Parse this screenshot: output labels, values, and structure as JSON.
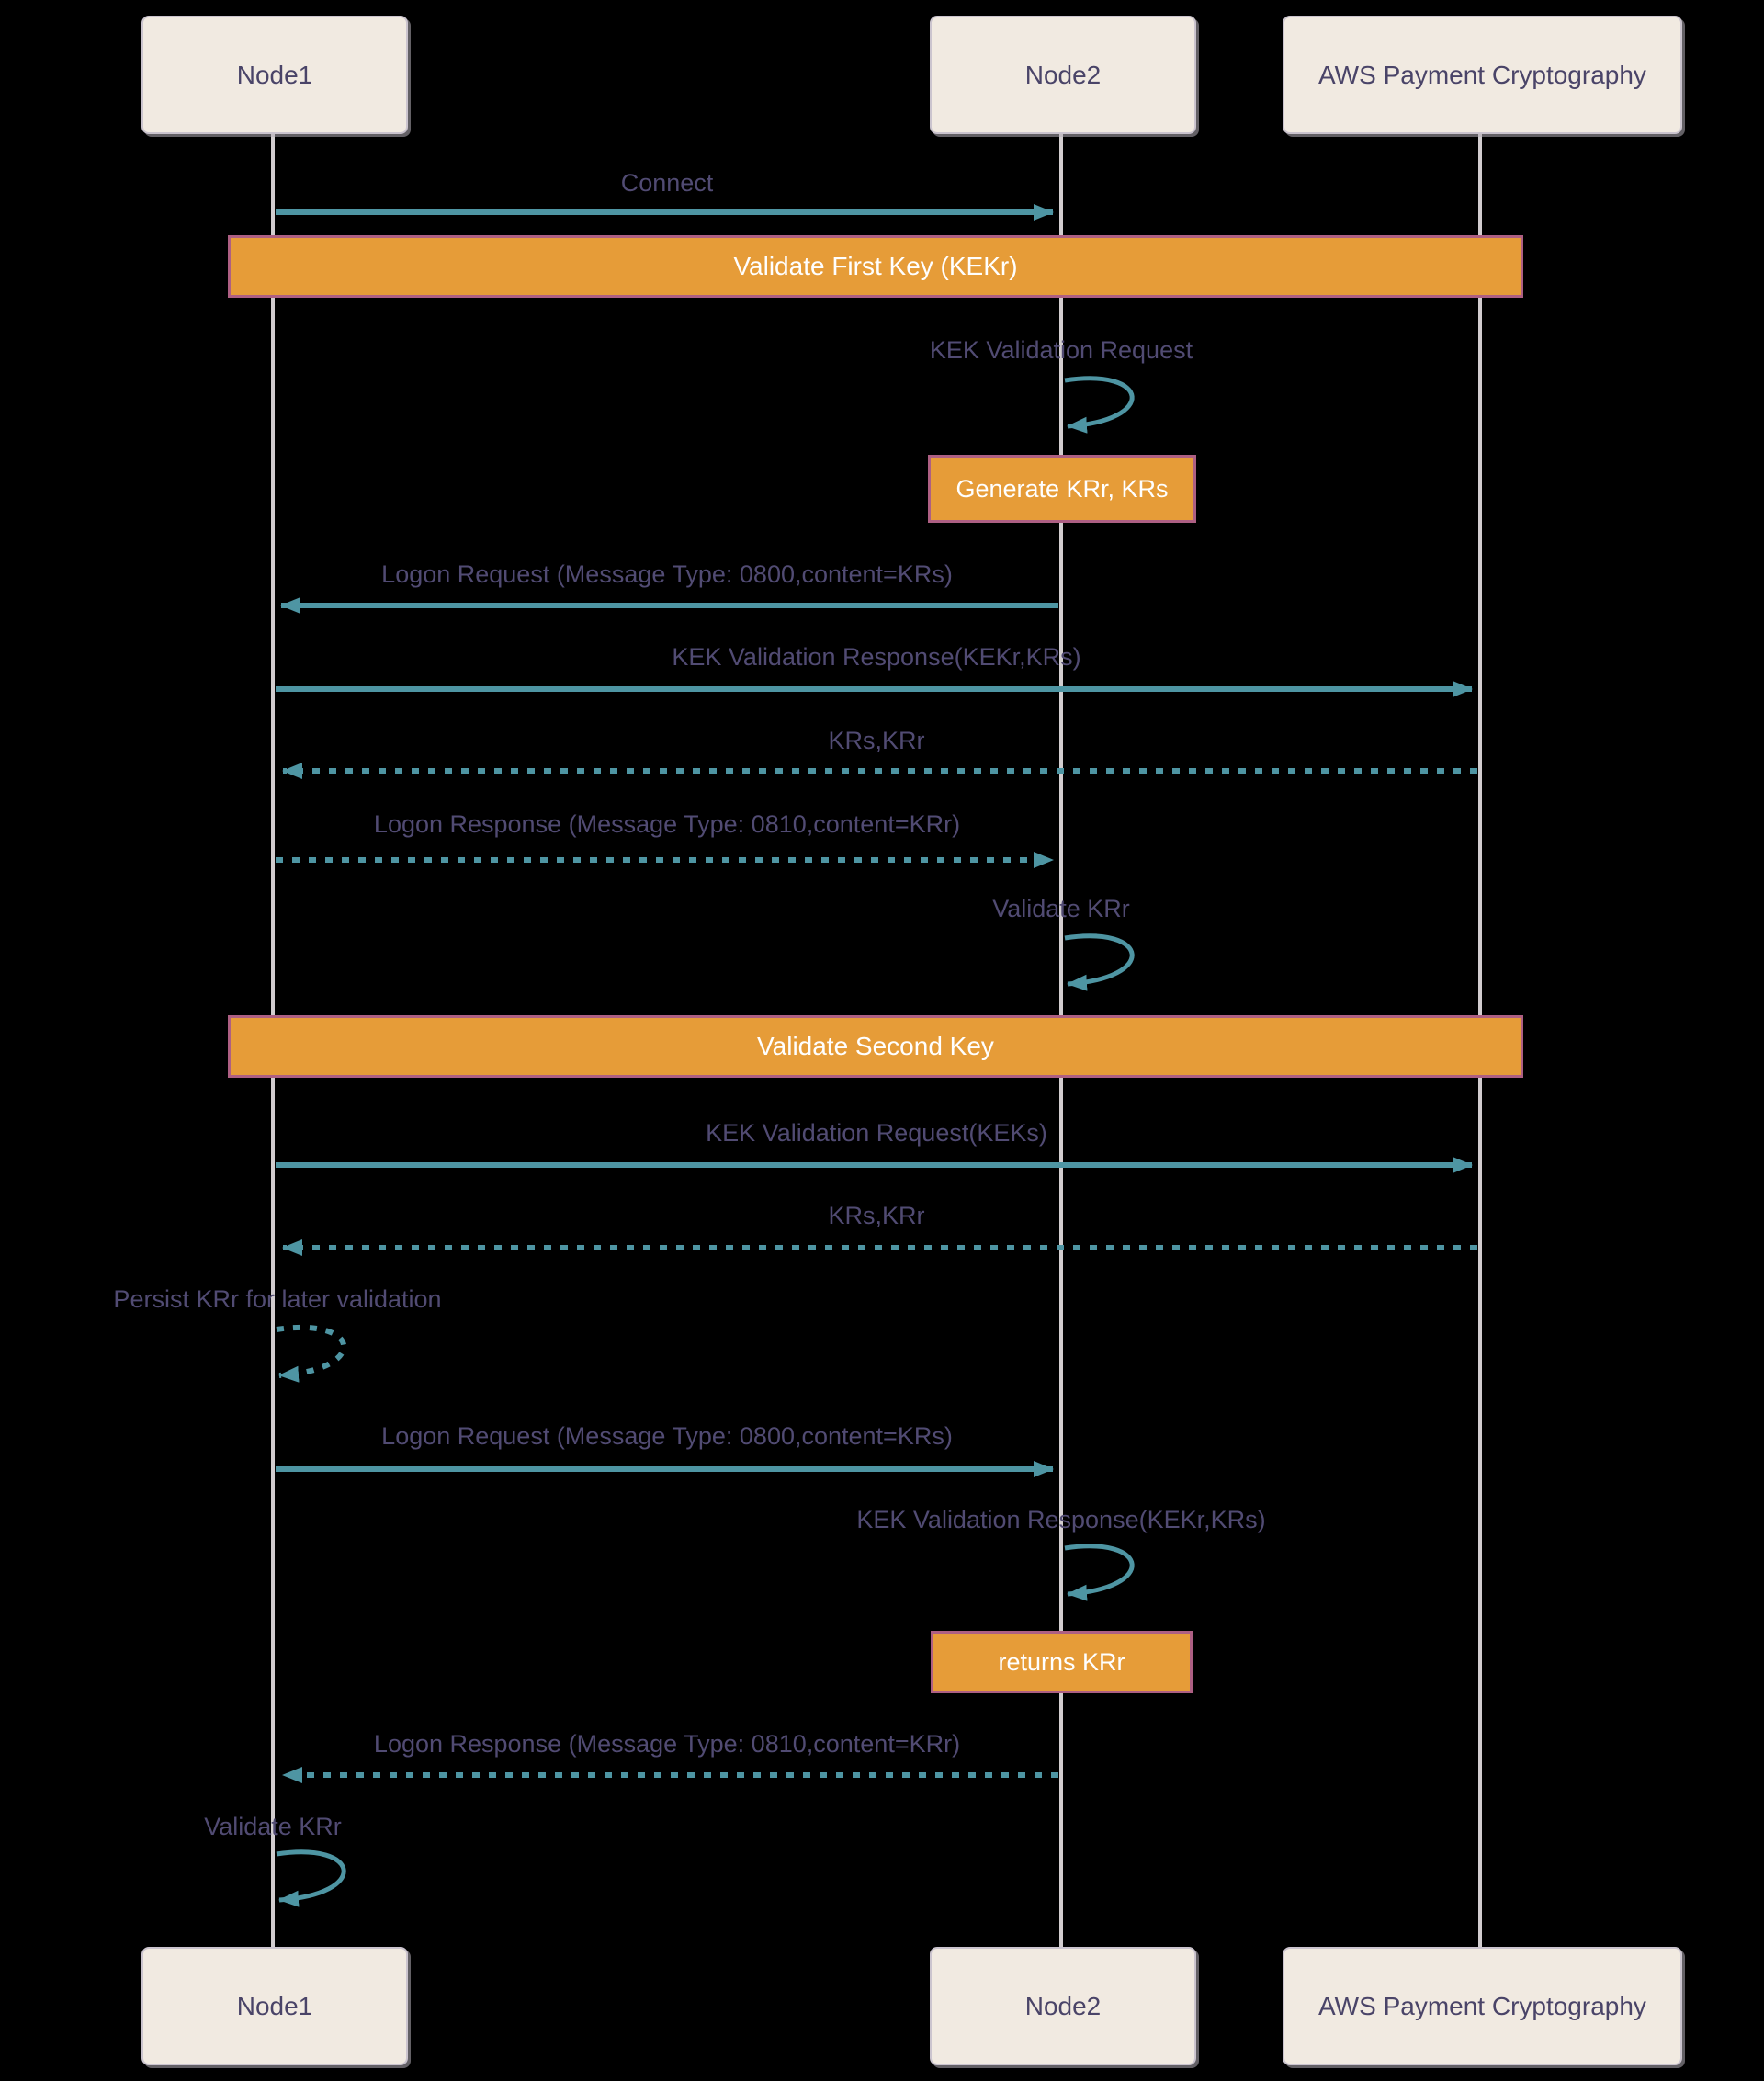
{
  "diagram": {
    "title": "KEK validation sequence diagram",
    "colors": {
      "background": "#000000",
      "actor_fill": "#F1EAE1",
      "actor_border": "#CBC4CE",
      "actor_text": "#4A4468",
      "lifeline": "#D2CDCF",
      "arrow": "#4E95A3",
      "message_text": "#514B73",
      "banner_fill": "#E69C38",
      "banner_border": "#AD5F83",
      "banner_text": "#FFFFFF"
    },
    "actors": [
      {
        "id": "node1",
        "label": "Node1"
      },
      {
        "id": "node2",
        "label": "Node2"
      },
      {
        "id": "aws",
        "label": "AWS Payment Cryptography"
      }
    ],
    "banners": [
      {
        "label": "Validate First Key (KEKr)"
      },
      {
        "label": "Validate Second Key"
      }
    ],
    "notes": [
      {
        "over": "node2",
        "label": "Generate KRr, KRs"
      },
      {
        "over": "node2",
        "label": "returns KRr"
      }
    ],
    "messages": [
      {
        "label": "Connect",
        "from": "node1",
        "to": "node2",
        "style": "solid"
      },
      {
        "label": "KEK Validation Request",
        "from": "node2",
        "to": "node2",
        "style": "solid-self"
      },
      {
        "label": "Logon Request (Message Type: 0800,content=KRs)",
        "from": "node2",
        "to": "node1",
        "style": "solid"
      },
      {
        "label": "KEK Validation Response(KEKr,KRs)",
        "from": "node1",
        "to": "aws",
        "style": "solid"
      },
      {
        "label": "KRs,KRr",
        "from": "aws",
        "to": "node1",
        "style": "dashed"
      },
      {
        "label": "Logon Response (Message Type: 0810,content=KRr)",
        "from": "node1",
        "to": "node2",
        "style": "dashed"
      },
      {
        "label": "Validate KRr",
        "from": "node2",
        "to": "node2",
        "style": "solid-self"
      },
      {
        "label": "KEK Validation Request(KEKs)",
        "from": "node1",
        "to": "aws",
        "style": "solid"
      },
      {
        "label": "KRs,KRr",
        "from": "aws",
        "to": "node1",
        "style": "dashed"
      },
      {
        "label": "Persist KRr for later validation",
        "from": "node1",
        "to": "node1",
        "style": "dashed-self"
      },
      {
        "label": "Logon Request (Message Type: 0800,content=KRs)",
        "from": "node1",
        "to": "node2",
        "style": "solid"
      },
      {
        "label": "KEK Validation Response(KEKr,KRs)",
        "from": "node2",
        "to": "node2",
        "style": "solid-self"
      },
      {
        "label": "Logon Response (Message Type: 0810,content=KRr)",
        "from": "node2",
        "to": "node1",
        "style": "dashed"
      },
      {
        "label": "Validate KRr",
        "from": "node1",
        "to": "node1",
        "style": "solid-self"
      }
    ]
  }
}
